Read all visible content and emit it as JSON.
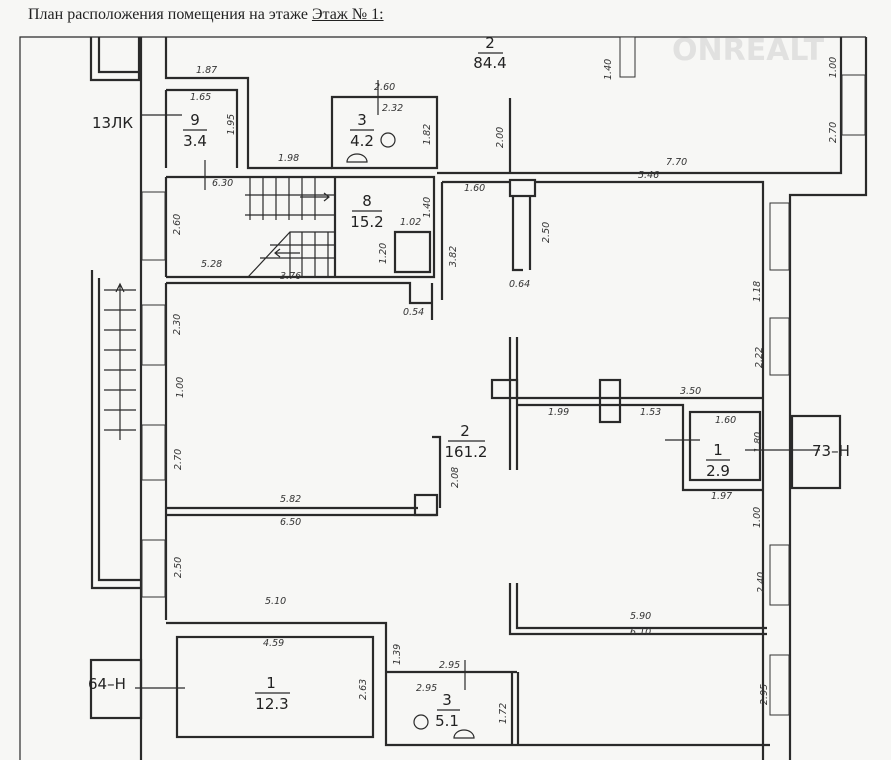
{
  "title": {
    "prefix": "План расположения помещения на этаже",
    "floor": "Этаж № 1:"
  },
  "watermark": "ONREALT",
  "rooms": [
    {
      "number": "2",
      "area": "84.4"
    },
    {
      "number": "9",
      "area": "3.4"
    },
    {
      "number": "3",
      "area": "4.2"
    },
    {
      "number": "8",
      "area": "15.2"
    },
    {
      "number": "2",
      "area": "161.2"
    },
    {
      "number": "1",
      "area": "2.9"
    },
    {
      "number": "1",
      "area": "12.3"
    },
    {
      "number": "3",
      "area": "5.1"
    }
  ],
  "labels": {
    "lk": "13ЛК",
    "n73": "73–Н",
    "n64": "64–Н"
  },
  "dimensions": [
    "1.87",
    "1.65",
    "1.95",
    "2.60",
    "2.32",
    "1.82",
    "2.00",
    "1.98",
    "7.70",
    "5.46",
    "6.30",
    "1.60",
    "1.40",
    "1.02",
    "2.60",
    "2.50",
    "1.20",
    "3.82",
    "5.28",
    "3.76",
    "0.64",
    "1.18",
    "0.54",
    "2.30",
    "2.22",
    "1.00",
    "3.50",
    "1.99",
    "1.53",
    "1.60",
    "1.80",
    "2.70",
    "2.08",
    "1.97",
    "5.82",
    "6.50",
    "1.00",
    "2.50",
    "2.40",
    "5.10",
    "5.90",
    "6.10",
    "4.59",
    "1.39",
    "2.95",
    "2.95",
    "2.63",
    "1.72",
    "2.95",
    "1.40",
    "1.00",
    "2.70"
  ]
}
